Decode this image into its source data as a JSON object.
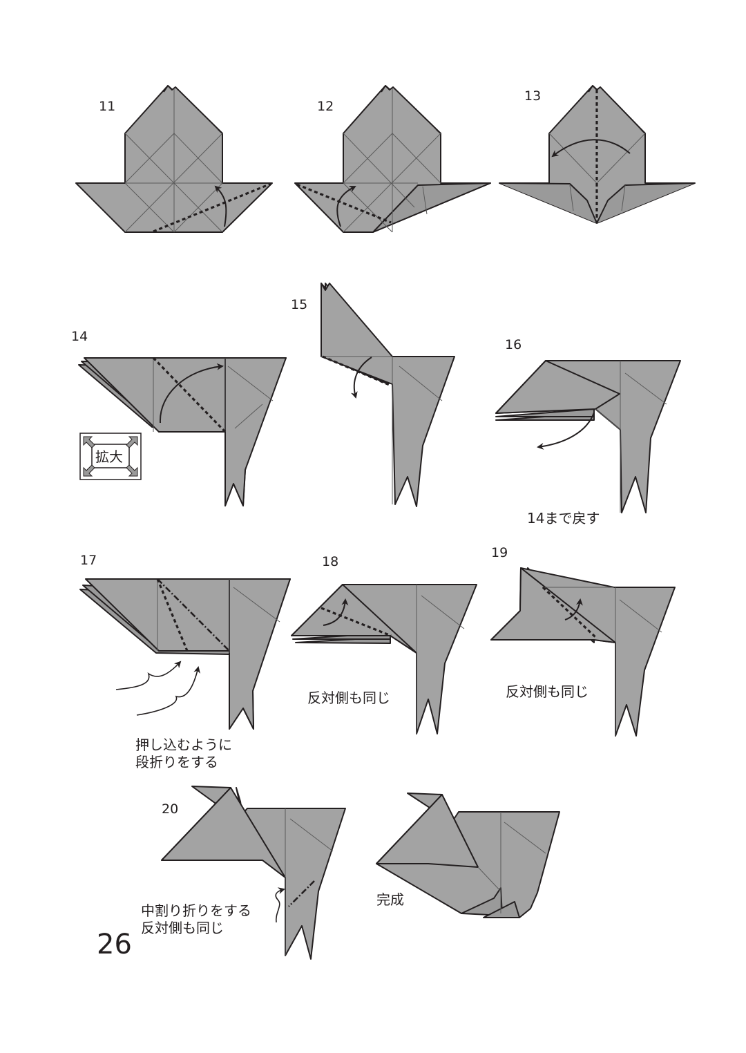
{
  "steps": {
    "s11": "11",
    "s12": "12",
    "s13": "13",
    "s14": "14",
    "s15": "15",
    "s16": "16",
    "s17": "17",
    "s18": "18",
    "s19": "19",
    "s20": "20"
  },
  "notes": {
    "back_to_14": "14まで戻す",
    "enlarge": "拡大",
    "push_in_line1": "押し込むように",
    "push_in_line2": "段折りをする",
    "same_other_side_18": "反対側も同じ",
    "same_other_side_19": "反対側も同じ",
    "inside_reverse_line1": "中割り折りをする",
    "inside_reverse_line2": "反対側も同じ",
    "complete": "完成"
  },
  "page_number": "26",
  "colors": {
    "paper": "#a3a3a3",
    "line": "#231f20",
    "background": "#ffffff"
  },
  "icons": [
    "zoom-in-icon",
    "fold-arrow-icon"
  ]
}
